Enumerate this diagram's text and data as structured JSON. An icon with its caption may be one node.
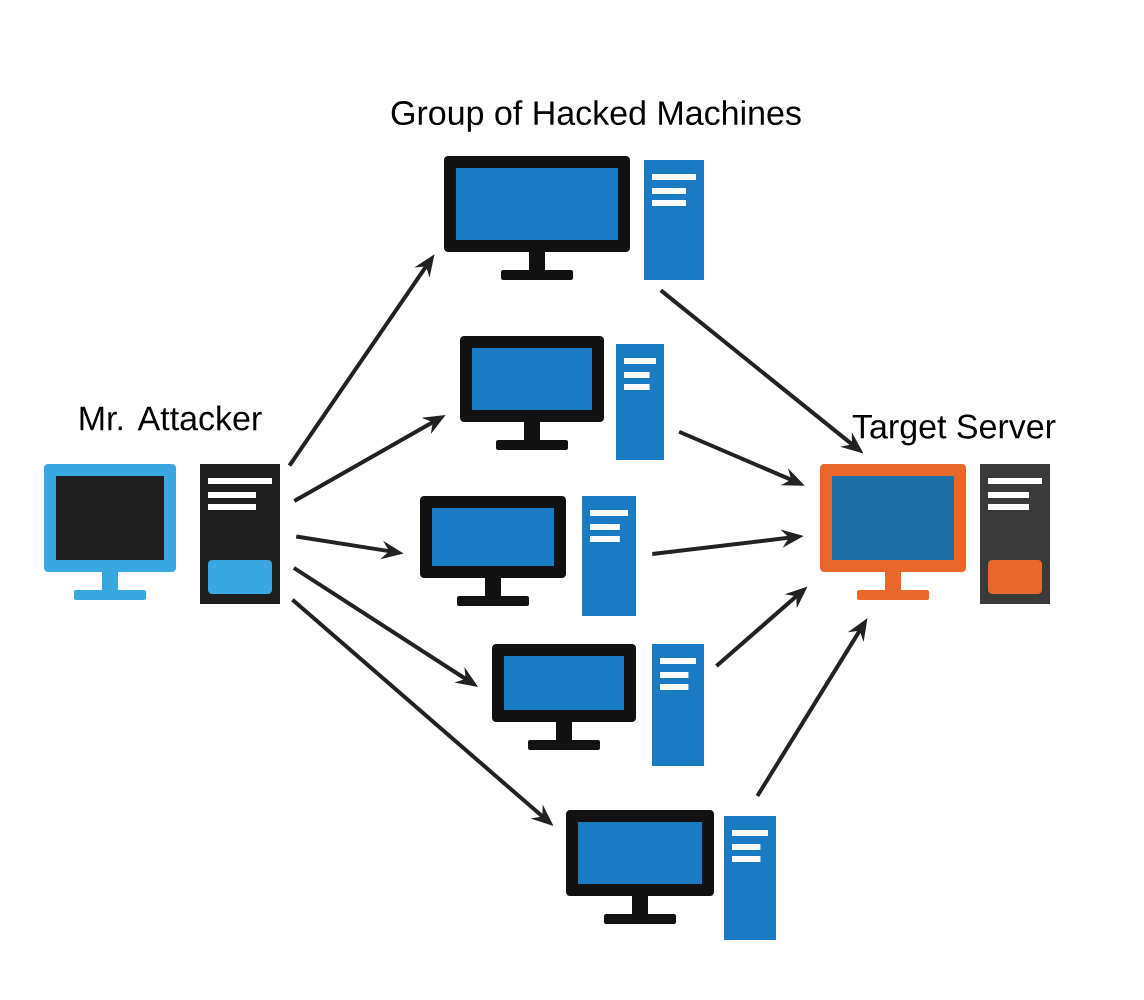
{
  "diagram": {
    "nodes": [
      {
        "text": [
          "Mr. Attacker"
        ]
      },
      {
        "text": [],
        "shape": "computer"
      },
      {
        "text": [],
        "shape": "computer"
      },
      {
        "text": [],
        "shape": "computer"
      },
      {
        "text": [],
        "shape": "computer"
      },
      {
        "text": [],
        "shape": "computer"
      },
      {
        "text": [
          "Target Server"
        ]
      }
    ],
    "edges": [
      {
        "from": 0,
        "to": 1,
        "arrow": "to"
      },
      {
        "from": 0,
        "to": 2,
        "arrow": "to"
      },
      {
        "from": 0,
        "to": 3,
        "arrow": "to"
      },
      {
        "from": 0,
        "to": 4,
        "arrow": "to"
      },
      {
        "from": 0,
        "to": 5,
        "arrow": "to"
      },
      {
        "from": 1,
        "to": 6,
        "arrow": "to"
      },
      {
        "from": 2,
        "to": 6,
        "arrow": "to"
      },
      {
        "from": 3,
        "to": 6,
        "arrow": "to"
      },
      {
        "from": 4,
        "to": 6,
        "arrow": "to"
      },
      {
        "from": 5,
        "to": 6,
        "arrow": "to"
      }
    ],
    "labels": [
      "Group of Hacked Machines"
    ]
  }
}
